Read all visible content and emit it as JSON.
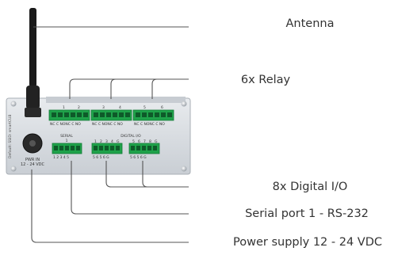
{
  "labels": {
    "antenna": "Antenna",
    "relay": "6x Relay",
    "digital_io": "8x Digital I/O",
    "serial": "Serial port 1 - RS-232",
    "power": "Power supply 12 - 24 VDC"
  },
  "device": {
    "side_text": "Default: SSID: smartCUB",
    "serial_header": "SERIAL",
    "serial_port_number": "1",
    "digital_header": "DIGITAL I/O",
    "digital_top_numbers": [
      "1",
      "2",
      "3",
      "4",
      "G"
    ],
    "digital_top_numbers_2": [
      "5",
      "6",
      "7",
      "8",
      "G"
    ],
    "relay_numbers": [
      "1",
      "2",
      "3",
      "4",
      "5",
      "6"
    ],
    "relay_pin_text": "NC C NONC C NO",
    "serial_pins": "1 2 3 4 5",
    "digital_pins_1": "5 6 5 6 G",
    "digital_pins_2": "5 6 5 6 G",
    "pwr_label": "PWR IN",
    "pwr_voltage": "12 - 24 VDC"
  },
  "colors": {
    "enclosure": "#d9dee3",
    "terminal": "#1fa24a",
    "line": "#555555",
    "antenna": "#1a1a1a"
  }
}
